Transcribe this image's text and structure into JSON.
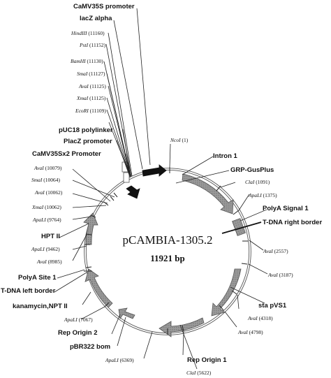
{
  "plasmid": {
    "name": "pCAMBIA-1305.2",
    "size": "11921 bp"
  },
  "features": [
    {
      "id": "camv35s",
      "label": "CaMV35S promoter"
    },
    {
      "id": "lacz",
      "label": "lacZ alpha"
    },
    {
      "id": "puc18",
      "label": "pUC18 polylinker"
    },
    {
      "id": "placz",
      "label": "PlacZ promoter"
    },
    {
      "id": "camv35sx2",
      "label": "CaMV35Sx2 Promoter"
    },
    {
      "id": "intron1",
      "label": "Intron 1"
    },
    {
      "id": "grp",
      "label": "GRP-GusPlus"
    },
    {
      "id": "polyasig1",
      "label": "PolyA Signal 1"
    },
    {
      "id": "tdnarb",
      "label": "T-DNA right border"
    },
    {
      "id": "hpt2",
      "label": "HPT II"
    },
    {
      "id": "polyasite1",
      "label": "PolyA Site 1"
    },
    {
      "id": "tdnalb",
      "label": "T-DNA left border"
    },
    {
      "id": "kan",
      "label": "kanamycin,NPT II"
    },
    {
      "id": "pvs1",
      "label": "sta  pVS1"
    },
    {
      "id": "reporigin2",
      "label": "Rep Origin 2"
    },
    {
      "id": "pbr322",
      "label": "pBR322 bom"
    },
    {
      "id": "reporigin1",
      "label": "Rep Origin 1"
    }
  ],
  "sites": [
    {
      "id": "hindiii",
      "name": "HindIII",
      "pos": "(11160)"
    },
    {
      "id": "psti",
      "name": "PstI",
      "pos": "(11152)"
    },
    {
      "id": "bamhi",
      "name": "BamHI",
      "pos": "(11130)"
    },
    {
      "id": "smai1",
      "name": "SmaI",
      "pos": "(11127)"
    },
    {
      "id": "avai1",
      "name": "AvaI",
      "pos": "(11125)"
    },
    {
      "id": "xmai1",
      "name": "XmaI",
      "pos": "(11125)"
    },
    {
      "id": "ecori",
      "name": "EcoRI",
      "pos": "(11109)"
    },
    {
      "id": "ncoi",
      "name": "NcoI",
      "pos": "(1)"
    },
    {
      "id": "avai2",
      "name": "AvaI",
      "pos": "(10079)"
    },
    {
      "id": "smai2",
      "name": "SmaI",
      "pos": "(10064)"
    },
    {
      "id": "avai3",
      "name": "AvaI",
      "pos": "(10062)"
    },
    {
      "id": "xmai2",
      "name": "XmaI",
      "pos": "(10062)"
    },
    {
      "id": "apali1",
      "name": "ApaLI",
      "pos": "(9764)"
    },
    {
      "id": "apali2",
      "name": "ApaLI",
      "pos": "(9462)"
    },
    {
      "id": "avai4",
      "name": "AvaI",
      "pos": "(8985)"
    },
    {
      "id": "clai1",
      "name": "ClaI",
      "pos": "(1091)"
    },
    {
      "id": "apali3",
      "name": "ApaLI",
      "pos": "(1375)"
    },
    {
      "id": "avai5",
      "name": "AvaI",
      "pos": "(2557)"
    },
    {
      "id": "avai6",
      "name": "AvaI",
      "pos": "(3187)"
    },
    {
      "id": "avai7",
      "name": "AvaI",
      "pos": "(4318)"
    },
    {
      "id": "avai8",
      "name": "AvaI",
      "pos": "(4798)"
    },
    {
      "id": "apali4",
      "name": "ApaLI",
      "pos": "(7067)"
    },
    {
      "id": "apali5",
      "name": "ApaLI",
      "pos": "(6369)"
    },
    {
      "id": "clai2",
      "name": "ClaI",
      "pos": "(5622)"
    }
  ]
}
